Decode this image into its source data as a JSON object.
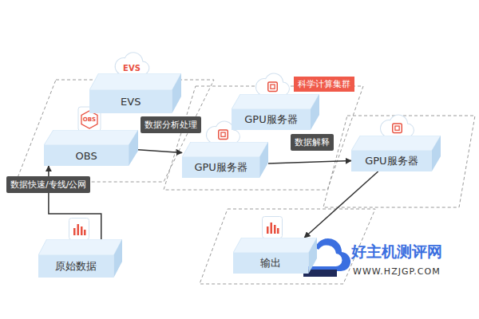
{
  "diagram": {
    "nodes": [
      {
        "text": [
          "EVS"
        ]
      },
      {
        "text": [
          "OBS"
        ]
      },
      {
        "text": [
          "GPU服务器"
        ]
      },
      {
        "text": [
          "GPU服务器"
        ]
      },
      {
        "text": [
          "GPU服务器"
        ]
      },
      {
        "text": [
          "原始数据"
        ]
      },
      {
        "text": [
          "输出"
        ]
      }
    ],
    "edges": [
      {
        "from": 5,
        "to": 1,
        "label": "数据快速/专线/公网",
        "arrow": "to"
      },
      {
        "from": 1,
        "to": 3,
        "label": "数据分析处理",
        "arrow": "to"
      },
      {
        "from": 3,
        "to": 4,
        "label": "数据解释",
        "arrow": "to"
      },
      {
        "from": 4,
        "to": 6,
        "arrow": "to"
      }
    ],
    "labels": [
      "EVS",
      "科学计算集群",
      "OBS",
      "好主机测评网",
      "WWW.HZJGP.COM"
    ]
  }
}
